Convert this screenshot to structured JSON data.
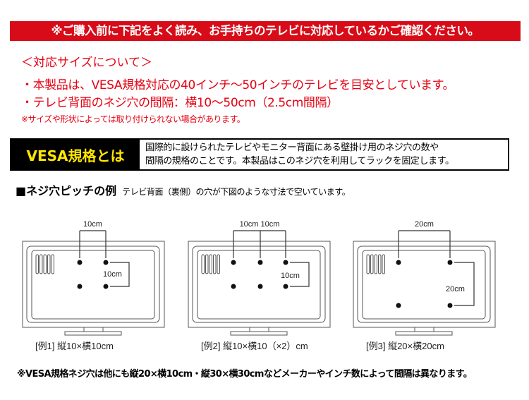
{
  "banner": "※ご購入前に下記をよく読み、お手持ちのテレビに対応しているかご確認ください。",
  "size_info": {
    "heading": "＜対応サイズについて＞",
    "line1": "・本製品は、VESA規格対応の40インチ～50インチのテレビを目安としています。",
    "line2": "・テレビ背面のネジ穴の間隔：横10～50cm（2.5cm間隔）",
    "note": "※サイズや形状によっては取り付けられない場合があります。"
  },
  "vesa": {
    "title": "VESA規格とは",
    "desc1": "国際的に設けられたテレビやモニター背面にある壁掛け用のネジ穴の数や",
    "desc2": "間隔の規格のことです。本製品はこのネジ穴を利用してラックを固定します。"
  },
  "pitch": {
    "title": "■ネジ穴ピッチの例",
    "desc": "テレビ背面（裏側）の穴が下図のような寸法で空いています。"
  },
  "examples": [
    {
      "top": "10cm",
      "side": "10cm",
      "caption": "[例1] 縦10×横10cm"
    },
    {
      "top": "10cm 10cm",
      "side": "10cm",
      "caption": "[例2] 縦10×横10（×2）cm"
    },
    {
      "top": "20cm",
      "side": "20cm",
      "caption": "[例3] 縦20×横20cm"
    }
  ],
  "footnote": "※VESA規格ネジ穴は他にも縦20×横10cm・縦30×横30cmなどメーカーやインチ数によって間隔は異なります。",
  "colors": {
    "red": "#d70c18",
    "yellow": "#ffe600"
  }
}
